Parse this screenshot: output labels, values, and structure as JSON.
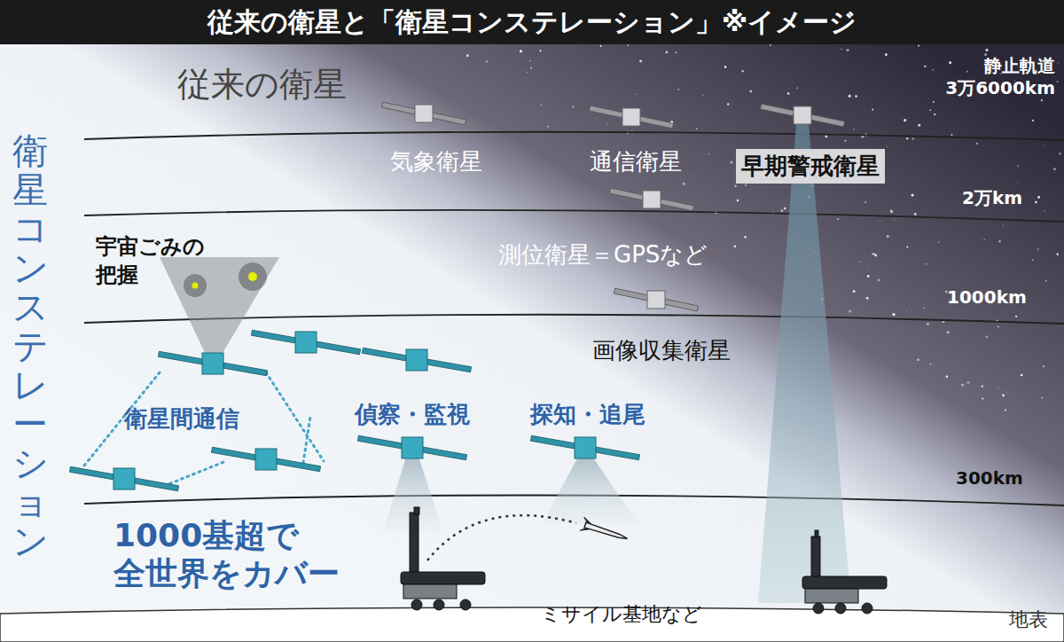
{
  "diagram": {
    "title": "従来の衛星と「衛星コンステレーション」※イメージ",
    "nodes": [
      {
        "text": [
          "早期警戒衛星"
        ]
      }
    ],
    "labels": [
      "従来の衛星",
      "静止軌道 3万6000km",
      "気象衛星",
      "通信衛星",
      "2万km",
      "測位衛星＝GPSなど",
      "1000km",
      "画像収集衛星",
      "宇宙ごみの 把握",
      "衛星間通信",
      "偵察・監視",
      "探知・追尾",
      "300km",
      "1000基超で 全世界をカバー",
      "ミサイル基地など",
      "地表",
      "衛星コンステレーション"
    ]
  }
}
